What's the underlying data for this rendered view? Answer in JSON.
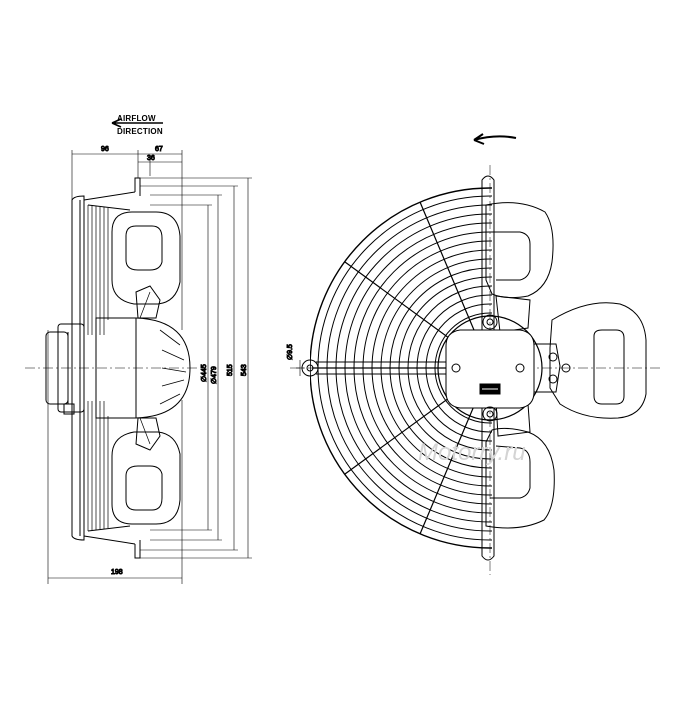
{
  "airflow": {
    "line1": "AIRFLOW",
    "line2": "DIRECTION"
  },
  "dimensions": {
    "d96": "96",
    "d67": "67",
    "d36": "36",
    "d198": "198",
    "d445": "∅445",
    "d479": "∅479",
    "d515": "515",
    "d543": "543",
    "d95": "∅9.5"
  },
  "watermark": "Motorry.ru",
  "icons": [
    "airflow-arrow-icon",
    "rotation-arrow-icon"
  ],
  "colors": {
    "line": "#000000",
    "watermark": "#d4d4d4"
  }
}
